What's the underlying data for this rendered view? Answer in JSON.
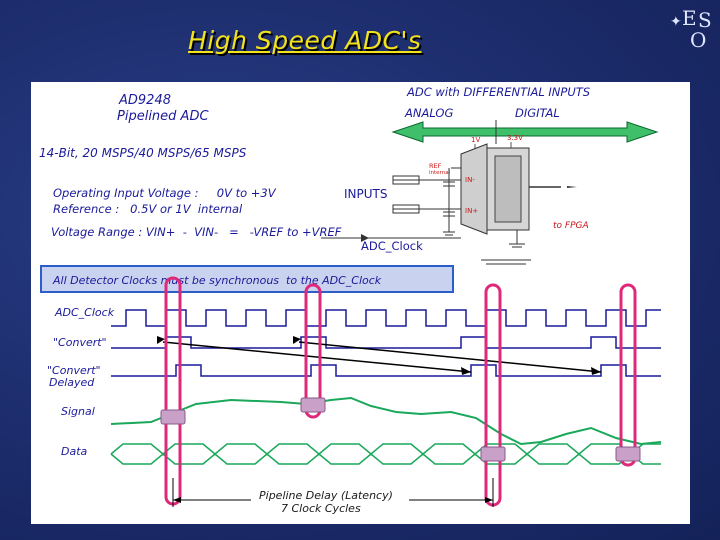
{
  "title": "High Speed ADC's",
  "logo": {
    "letters": [
      "E",
      "S",
      "O"
    ]
  },
  "adc": {
    "model": "AD9248",
    "type": "Pipelined ADC",
    "rates": "14-Bit, 20 MSPS/40 MSPS/65 MSPS",
    "operating_voltage": "Operating Input Voltage :     0V to +3V",
    "reference": "Reference :   0.5V or 1V  internal",
    "voltage_range": "Voltage Range : VIN+  -  VIN-   =   -VREF to +VREF"
  },
  "schematic": {
    "heading": "ADC with DIFFERENTIAL  INPUTS",
    "analog": "ANALOG",
    "digital": "DIGITAL",
    "v1": "1V",
    "v2": "3.3V",
    "ref": "REF",
    "ref_sub": "internal",
    "in_minus": "IN-",
    "in_plus": "IN+",
    "inputs": "INPUTS",
    "adc_clock": "ADC_Clock",
    "to_fpga": "to FPGA"
  },
  "banner": "All Detector Clocks must be synchronous  to the ADC_Clock",
  "timing": {
    "signals": [
      "ADC_Clock",
      "\"Convert\"",
      "\"Convert\"",
      "Delayed",
      "Signal",
      "Data"
    ],
    "latency_line1": "Pipeline Delay (Latency)",
    "latency_line2": "7 Clock Cycles"
  },
  "colors": {
    "title": "#f2e21c",
    "highlight": "#e0287a",
    "sample": "#c8a0c8",
    "banner_bg": "#c9d2ee",
    "banner_border": "#2c5ec9",
    "accent": "#1aa85a"
  }
}
